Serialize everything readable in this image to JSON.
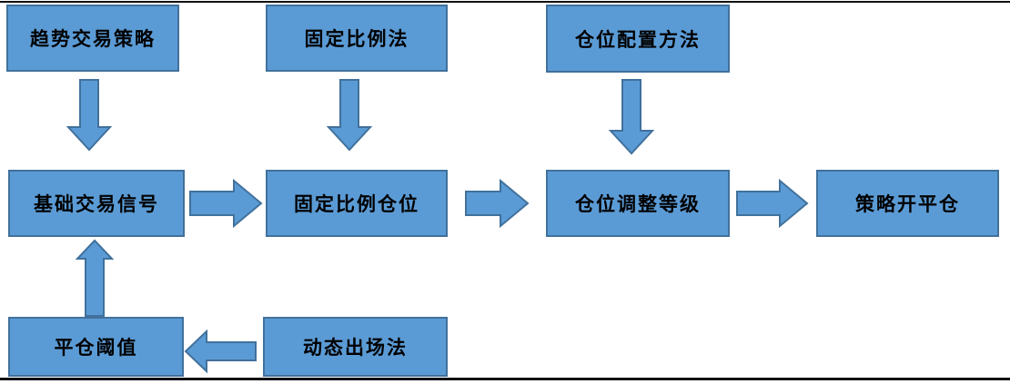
{
  "diagram": {
    "title": "",
    "nodes": [
      {
        "id": "trend-strategy",
        "label": "趋势交易策略"
      },
      {
        "id": "fixed-ratio-method",
        "label": "固定比例法"
      },
      {
        "id": "position-allocation-method",
        "label": "仓位配置方法"
      },
      {
        "id": "basic-trading-signal",
        "label": "基础交易信号"
      },
      {
        "id": "fixed-ratio-position",
        "label": "固定比例仓位"
      },
      {
        "id": "position-adjust-level",
        "label": "仓位调整等级"
      },
      {
        "id": "strategy-open-close",
        "label": "策略开平仓"
      },
      {
        "id": "close-threshold",
        "label": "平仓阈值"
      },
      {
        "id": "dynamic-exit-method",
        "label": "动态出场法"
      }
    ],
    "edges": [
      {
        "from": "趋势交易策略",
        "to": "基础交易信号",
        "direction": "down"
      },
      {
        "from": "固定比例法",
        "to": "固定比例仓位",
        "direction": "down"
      },
      {
        "from": "仓位配置方法",
        "to": "仓位调整等级",
        "direction": "down"
      },
      {
        "from": "基础交易信号",
        "to": "固定比例仓位",
        "direction": "right"
      },
      {
        "from": "固定比例仓位",
        "to": "仓位调整等级",
        "direction": "right"
      },
      {
        "from": "仓位调整等级",
        "to": "策略开平仓",
        "direction": "right"
      },
      {
        "from": "平仓阈值",
        "to": "基础交易信号",
        "direction": "up"
      },
      {
        "from": "动态出场法",
        "to": "平仓阈值",
        "direction": "left"
      }
    ],
    "colors": {
      "node_fill": "#5B9BD5",
      "node_border": "#41719C",
      "arrow_fill": "#5B9BD5",
      "arrow_border": "#41719C",
      "text": "#000000",
      "rule_line": "#111111",
      "background": "#FFFFFF"
    }
  }
}
